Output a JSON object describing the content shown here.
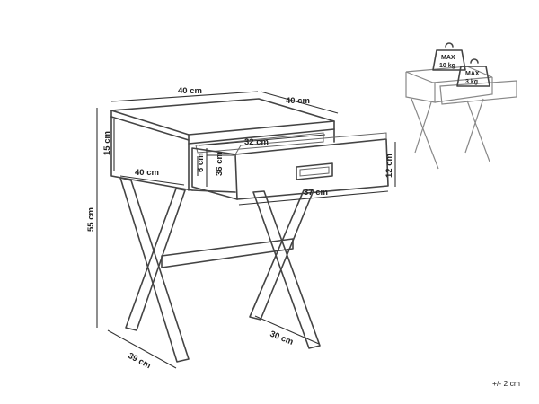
{
  "dimensions": {
    "top_width": "40 cm",
    "top_depth": "40 cm",
    "top_height": "15 cm",
    "front_width": "40 cm",
    "total_height": "55 cm",
    "drawer_inner_width": "32 cm",
    "drawer_inner_depth": "36 cm",
    "drawer_inner_height": "6 cm",
    "drawer_height": "12 cm",
    "drawer_width": "37 cm",
    "leg_span_depth": "39 cm",
    "leg_span_width": "30 cm"
  },
  "load_limits": {
    "top_max_label": "MAX",
    "top_max_value": "10 kg",
    "drawer_max_label": "MAX",
    "drawer_max_value": "3 kg"
  },
  "tolerance": "+/- 2 cm"
}
